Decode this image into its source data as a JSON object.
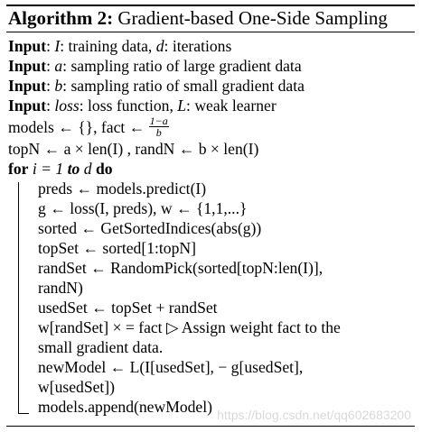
{
  "algorithm": {
    "label": "Algorithm 2:",
    "title": "Gradient-based One-Side Sampling",
    "inputs": [
      {
        "kw": "Input",
        "text": ": ",
        "var": "I",
        "rest": ": training data, ",
        "var2": "d",
        "rest2": ": iterations"
      },
      {
        "kw": "Input",
        "text": ": ",
        "var": "a",
        "rest": ": sampling ratio of large gradient data",
        "var2": "",
        "rest2": ""
      },
      {
        "kw": "Input",
        "text": ": ",
        "var": "b",
        "rest": ": sampling ratio of small gradient data",
        "var2": "",
        "rest2": ""
      },
      {
        "kw": "Input",
        "text": ": ",
        "var": "loss",
        "rest": ": loss function, ",
        "var2": "L",
        "rest2": ": weak learner"
      }
    ],
    "init1": "models ← {}, fact ←",
    "frac_num": "1−a",
    "frac_den": "b",
    "init2": "topN ← a × len(I) , randN ← b × len(I)",
    "for_kw": "for",
    "for_expr": "i = 1",
    "to_kw": "to",
    "for_var": "d",
    "do_kw": "do",
    "body": [
      "preds ← models.predict(I)",
      "g ← loss(I, preds), w ← {1,1,...}",
      "sorted ← GetSortedIndices(abs(g))",
      "topSet ← sorted[1:topN]",
      "randSet ← RandomPick(sorted[topN:len(I)],",
      "randN)",
      "usedSet ← topSet + randSet",
      "w[randSet] × = fact ▷ Assign weight fact to the",
      "small gradient data.",
      "newModel ← L(I[usedSet], − g[usedSet],",
      "w[usedSet])",
      "models.append(newModel)"
    ]
  },
  "watermark": "https://blog.csdn.net/qq602683200"
}
